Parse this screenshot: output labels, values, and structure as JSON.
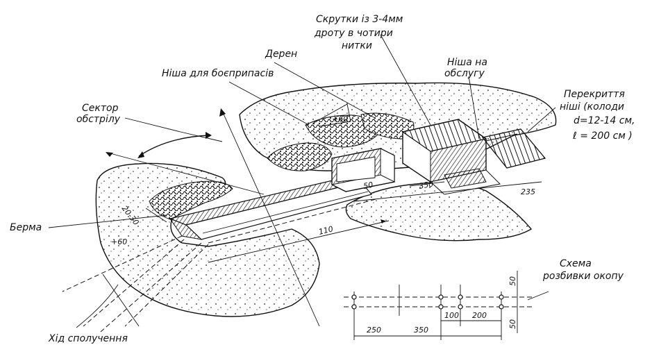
{
  "labels": {
    "niche_ammo": "Ніша для боєприпасів",
    "sector": "Сектор",
    "sector2": "обстрілу",
    "berm": "Берма",
    "passage": "Хід сполучення",
    "turf": "Дерен",
    "twists1": "Скрутки із 3-4мм",
    "twists2": "дроту в чотири",
    "twists3": "нитки",
    "niche_crew1": "Ніша на",
    "niche_crew2": "обслугу",
    "cover1": "Перекриття",
    "cover2": "ніші (колоди",
    "cover3": "d=12-14 см,",
    "cover4": "ℓ = 200 см )",
    "scheme1": "Схема",
    "scheme2": "розбивки окопу"
  },
  "dimensions": {
    "d_60a": "+60",
    "d_60b": "+60",
    "d_2030": "20-30",
    "d_110": "110",
    "d_50": "50",
    "d_350": "350",
    "d_235": "235",
    "s_250": "250",
    "s_350": "350",
    "s_100": "100",
    "s_200": "200",
    "s_50a": "50",
    "s_50b": "50"
  }
}
